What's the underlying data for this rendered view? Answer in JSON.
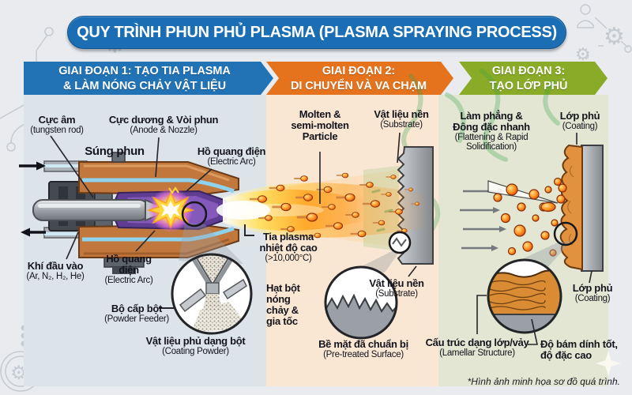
{
  "title": "QUY TRÌNH PHUN PHỦ PLASMA (PLASMA SPRAYING PROCESS)",
  "headers": {
    "s1l1": "GIAI ĐOẠN 1: TẠO TIA PLASMA",
    "s1l2": "& LÀM NÓNG CHẢY VẬT LIỆU",
    "s2l1": "GIAI ĐOẠN 2:",
    "s2l2": "DI CHUYỂN VÀ VA CHẠM",
    "s3l1": "GIAI ĐOẠN 3:",
    "s3l2": "TẠO LỚP PHỦ"
  },
  "s1": {
    "cathode_vi": "Cực âm",
    "cathode_en": "(tungsten rod)",
    "anode_vi": "Cực dương & Vòi phun",
    "anode_en": "(Anode & Nozzle)",
    "gun": "Súng phun",
    "arc_vi": "Hồ quang điện",
    "arc_en": "(Electric Arc)",
    "gas_vi": "Khí đầu vào",
    "gas_en": "(Ar, N₂, H₂, He)",
    "arc2_vi1": "Hồ quang",
    "arc2_vi2": "điện",
    "arc2_en": "(Electric Arc)",
    "feeder_vi": "Bộ cấp bột",
    "feeder_en": "(Powder Feeder)",
    "powder_vi": "Vật liệu phủ dạng bột",
    "powder_en": "(Coating Powder)"
  },
  "s2": {
    "molten_l1": "Molten &",
    "molten_l2": "semi-molten",
    "molten_l3": "Particle",
    "substrate_vi": "Vật liệu nền",
    "substrate_en": "(Substrate)",
    "jet_l1": "Tia plasma",
    "jet_l2": "nhiệt độ cao",
    "jet_l3": "(>10,000°C)",
    "hot_l1": "Hạt bột",
    "hot_l2": "nóng",
    "hot_l3": "chảy &",
    "hot_l4": "gia tốc",
    "substrate2_vi": "Vật liệu nền",
    "substrate2_en": "(Substrate)",
    "pretreat_vi": "Bề mặt đã chuẩn bị",
    "pretreat_en": "(Pre-treated Surface)"
  },
  "s3": {
    "flat_l1": "Làm phẳng &",
    "flat_l2": "Đông đặc nhanh",
    "flat_l3": "(Flattening & Rapid",
    "flat_l4": "Solidification)",
    "coating_vi": "Lớp phủ",
    "coating_en": "(Coating)",
    "coating2_vi": "Lớp phủ",
    "coating2_en": "(Coating)",
    "lamellar_vi": "Cấu trúc dạng lớp/vảy",
    "lamellar_en": "(Lamellar Structure)",
    "adh_l1": "Độ bám dính tốt,",
    "adh_l2": "độ đặc cao"
  },
  "footnote": "*Hình ảnh minh họa sơ đồ quá trình.",
  "colors": {
    "title_bg": "#1b6db4",
    "stage1": "#2173b6",
    "stage2": "#e5731e",
    "stage3": "#8aab27",
    "panel1": "#dce3e9",
    "panel2": "#fae7d3",
    "panel3": "#e2e6d2",
    "flame_orange": "#ffa21f",
    "copper": "#c2783c",
    "plasma_purple": "#5f3d92"
  }
}
